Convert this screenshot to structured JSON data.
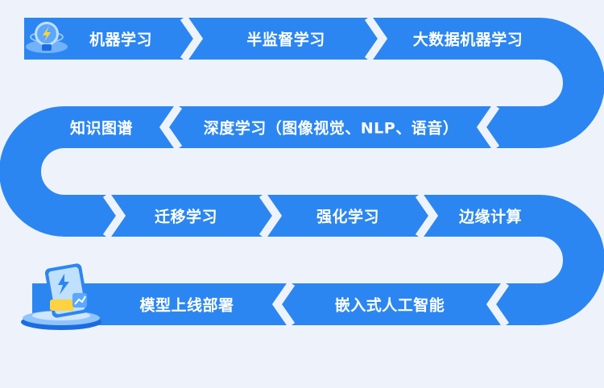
{
  "colors": {
    "background": "#eef3fb",
    "path": "#2c86f1",
    "chevron": "#eef3fb",
    "text": "#ffffff",
    "icon_light": "#8fc4ff",
    "icon_dark": "#1a6de0",
    "icon_accent": "#ffd23f"
  },
  "icons": {
    "start": "lightbulb-lightning-icon",
    "end": "phone-chart-icon"
  },
  "steps": [
    {
      "label": "机器学习"
    },
    {
      "label": "半监督学习"
    },
    {
      "label": "大数据机器学习"
    },
    {
      "label": "深度学习（图像视觉、NLP、语音）"
    },
    {
      "label": "知识图谱"
    },
    {
      "label": "迁移学习"
    },
    {
      "label": "强化学习"
    },
    {
      "label": "边缘计算"
    },
    {
      "label": "嵌入式人工智能"
    },
    {
      "label": "模型上线部署"
    }
  ]
}
